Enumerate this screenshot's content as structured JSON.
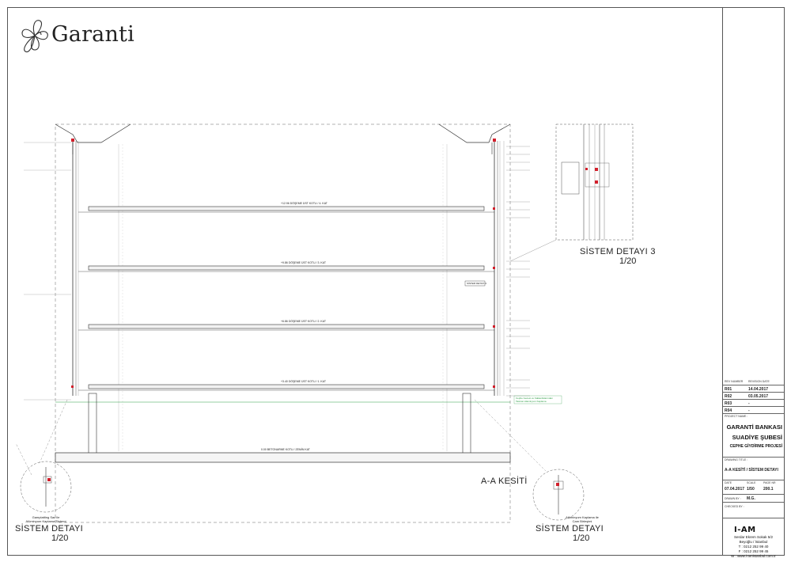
{
  "brand": {
    "logo_text": "Garanti"
  },
  "details": {
    "detail3": {
      "title": "SİSTEM DETAYI 3",
      "scale": "1/20"
    },
    "detail_left": {
      "title": "SİSTEM DETAYI",
      "scale": "1/20",
      "note_line1": "Gamplatting Sac ile",
      "note_line2": "Alüminyum Kaplama Sistemi"
    },
    "detail_right": {
      "title": "SİSTEM DETAYI",
      "scale": "1/20",
      "note_line1": "Alüminyum Kaplama ile",
      "note_line2": "Cam Birleşimi"
    }
  },
  "section": {
    "title": "A-A KESİTİ",
    "floor_labels": [
      "+12.96 DÖŞEME ÜST KOTU / 4. KAT",
      "+9.86 DÖŞEME ÜST KOTU / 3. KAT",
      "+6.86 DÖŞEME ÜST KOTU / 2. KAT",
      "+3.40 DÖŞEME ÜST KOTU / 1. KAT",
      "0.00 BETONARME KOTU / ZEMİN KAT"
    ],
    "tag_label": "SİSTEM DETAYI 3",
    "green_note_line1": "Cephe Gecesi ve Kalkanlıklarından",
    "green_note_line2": "Tasinan Alaminyum Kaplama"
  },
  "title_block": {
    "rev_header": "REV NUMBER",
    "date_header": "REVISION DATE",
    "revisions": [
      {
        "rev": "R01",
        "date": "14.04.2017"
      },
      {
        "rev": "R02",
        "date": "03.05.2017"
      },
      {
        "rev": "R03",
        "date": "-"
      },
      {
        "rev": "R04",
        "date": "-"
      }
    ],
    "project_name_label": "PROJECT NAME :",
    "client_line1": "GARANTİ BANKASI",
    "client_line2": "SUADİYE ŞUBESİ",
    "project_line": "CEPHE GİYDİRME PROJESİ",
    "drawing_title_label": "DRAWING TITLE :",
    "drawing_title": "A-A KESİTİ / SİSTEM DETAYI",
    "date_label": "DATE",
    "scale_label": "SCALE",
    "page_label": "PAGE NR",
    "date_value": "07.04.2017",
    "scale_value": "1/50",
    "page_value": "200.1",
    "drawn_by_label": "DRAWN BY :",
    "drawn_by_value": "M.G.",
    "checked_by_label": "CHECKED BY :",
    "firm_logo": "I-AM",
    "address_line1": "Serdar Ekrem Sokak 5/2",
    "address_line2": "Beyoğlu / İstanbul",
    "phone": "T : 0212 252 99 40",
    "fax": "F : 0212 252 99 45",
    "web": "W : www.i-amistanbul.com.tr"
  },
  "colors": {
    "line": "#333333",
    "accent_red": "#d21f2b",
    "accent_green": "#2e9e46",
    "faint": "#8a8a8a"
  }
}
